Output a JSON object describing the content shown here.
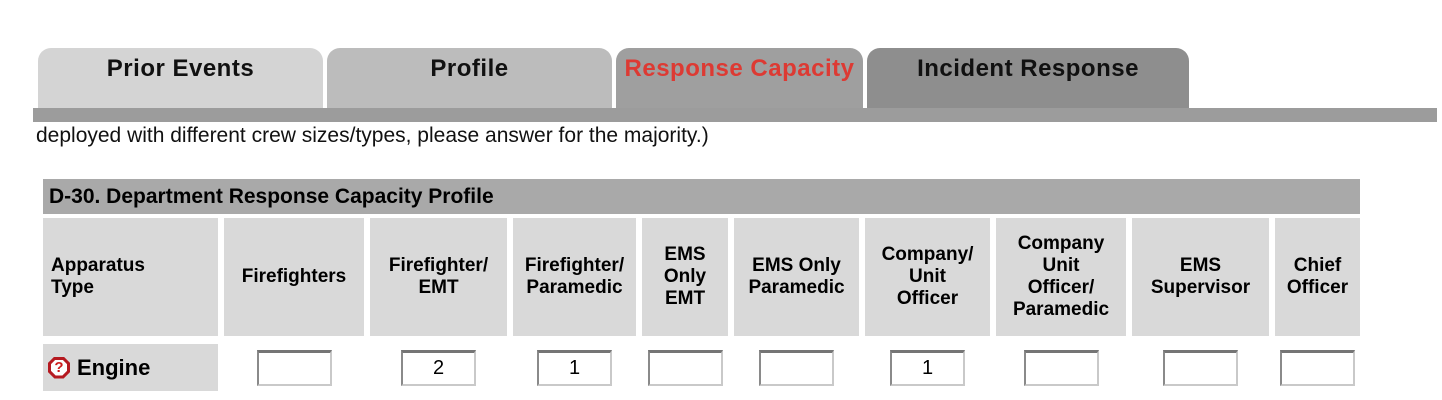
{
  "tabs": [
    {
      "id": "prior-events",
      "label": "Prior Events",
      "active": false
    },
    {
      "id": "profile",
      "label": "Profile",
      "active": false
    },
    {
      "id": "response-capacity",
      "label": "Response Capacity",
      "active": true
    },
    {
      "id": "incident-response",
      "label": "Incident Response",
      "active": false
    }
  ],
  "intro_text": "deployed with different crew sizes/types, please answer for the majority.)",
  "capacity_table": {
    "title": "D-30. Department Response Capacity Profile",
    "columns": [
      "Apparatus\nType",
      "Firefighters",
      "Firefighter/\nEMT",
      "Firefighter/\nParamedic",
      "EMS\nOnly\nEMT",
      "EMS Only\nParamedic",
      "Company/\nUnit\nOfficer",
      "Company\nUnit\nOfficer/\nParamedic",
      "EMS\nSupervisor",
      "Chief\nOfficer"
    ],
    "rows": [
      {
        "apparatus": "Engine",
        "help_icon": "question-mark-help-icon",
        "help_glyph": "?",
        "values": [
          "",
          "2",
          "1",
          "",
          "",
          "1",
          "",
          "",
          ""
        ]
      }
    ]
  },
  "colors": {
    "tab_prior_events_bg": "#d4d4d4",
    "tab_profile_bg": "#bcbcbc",
    "tab_active_bg": "#9f9f9f",
    "tab_incident_bg": "#8e8e8e",
    "tabstrip_bar": "#9c9c9c",
    "active_tab_text": "#dd3a33",
    "table_title_bg": "#a9a9a9",
    "cell_bg": "#d9d9d9",
    "help_icon_red": "#b51920"
  }
}
